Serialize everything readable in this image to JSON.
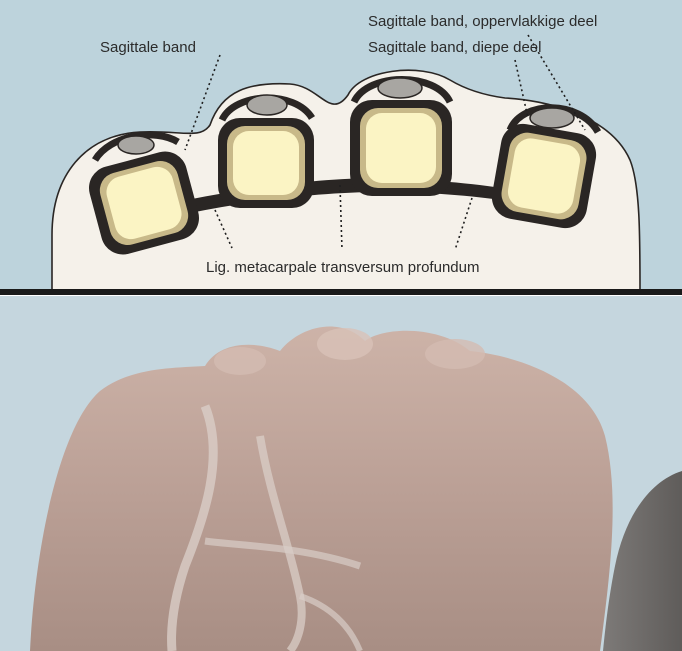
{
  "diagram": {
    "labels": {
      "sagittal_band": "Sagittale band",
      "sagittal_band_superficial": "Sagittale band, oppervlakkige deel",
      "sagittal_band_deep": "Sagittale band, diepe deel",
      "transverse_ligament": "Lig. metacarpale transversum profundum"
    },
    "colors": {
      "background": "#bdd3dc",
      "hand_section": "#f5f1ea",
      "bone_cortex": "#c8b989",
      "bone_marrow": "#fbf4c4",
      "ligament": "#2a2624",
      "tendon": "#a8a6a2",
      "divider": "#1a1a1a"
    }
  },
  "photo": {
    "subject": "dorsal view of clenched fist",
    "colors": {
      "background": "#c5d6de",
      "skin": "#bfa59a",
      "vein": "#d8ccc6"
    }
  }
}
